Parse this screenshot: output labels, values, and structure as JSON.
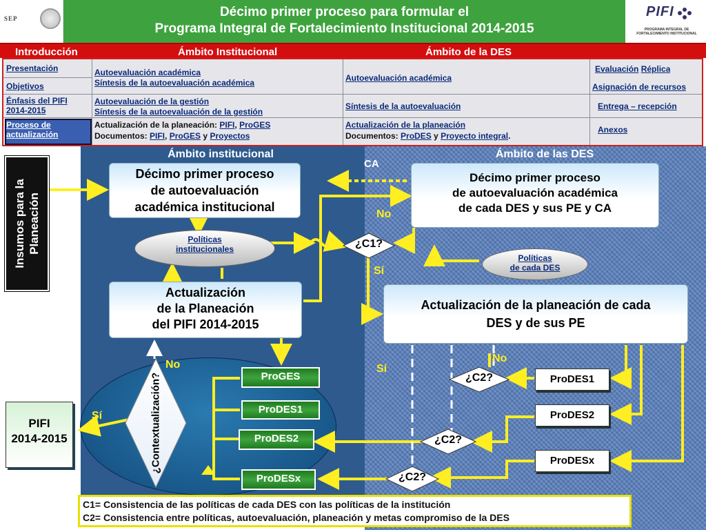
{
  "header": {
    "title_line1": "Décimo primer proceso para formular el",
    "title_line2": "Programa Integral de Fortalecimiento Institucional 2014-2015",
    "sep_label": "SEP",
    "pifi_logo": "PIFI",
    "pifi_subtitle": "PROGRAMA INTEGRAL DE FORTALECIMIENTO INSTITUCIONAL"
  },
  "nav": {
    "intro": "Introducción",
    "ambito_inst": "Ámbito Institucional",
    "ambito_des": "Ámbito de la DES"
  },
  "table": {
    "col1": [
      "Presentación",
      "Objetivos",
      "Énfasis del PIFI 2014-2015",
      "Proceso de actualización"
    ],
    "inst": {
      "r1a": "Autoevaluación académica",
      "r1b": "Síntesis de la autoevaluación académica",
      "r2a": "Autoevaluación de la gestión",
      "r2b": "Síntesis de la autoevaluación de la gestión",
      "r3a_pre": "Actualización de la planeación:",
      "r3a_l1": "PIFI",
      "r3a_l2": "ProGES",
      "r3b_pre": "Documentos:",
      "r3b_l1": "PIFI",
      "r3b_l2": "ProGES",
      "r3b_y": "y",
      "r3b_l3": "Proyectos"
    },
    "des": {
      "r1": "Autoevaluación académica",
      "r2": "Síntesis de la autoevaluación",
      "r3a": "Actualización de la planeación",
      "r3b_pre": "Documentos:",
      "r3b_l1": "ProDES",
      "r3b_y": "y",
      "r3b_l2": "Proyecto integral"
    },
    "right": {
      "eval": "Evaluación",
      "replica": "Réplica",
      "asign": "Asignación de recursos",
      "entrega": "Entrega – recepción",
      "anexos": "Anexos"
    }
  },
  "diagram": {
    "panel_inst": "Ámbito institucional",
    "panel_des": "Ámbito de las DES",
    "side": [
      "Insumos para la",
      "Planeación"
    ],
    "inst_proc": [
      "Décimo primer proceso",
      "de autoevaluación",
      "académica institucional"
    ],
    "des_proc": [
      "Décimo primer proceso",
      "de autoevaluación académica",
      "de cada DES y sus PE y CA"
    ],
    "pol_inst": [
      "Políticas",
      "institucionales"
    ],
    "pol_des": [
      "Políticas",
      "de cada  DES"
    ],
    "act_inst": [
      "Actualización",
      "de la Planeación",
      "del PIFI 2014-2015"
    ],
    "act_des": [
      "Actualización de la planeación de cada",
      "DES y de sus PE"
    ],
    "c1": "¿C1?",
    "c2": "¿C2?",
    "ca": "CA",
    "no": "No",
    "si": "Sí",
    "contextualizacion": "¿Contextualización?",
    "green_boxes": [
      "ProGES",
      "ProDES1",
      "ProDES2",
      "ProDESx"
    ],
    "white_boxes": [
      "ProDES1",
      "ProDES2",
      "ProDESx"
    ],
    "pifi_box": [
      "PIFI",
      "2014-2015"
    ]
  },
  "legend": {
    "l1": "C1= Consistencia de las políticas de cada DES con las políticas de la institución",
    "l2": "C2= Consistencia entre  políticas, autoevaluación, planeación y metas compromiso de la DES"
  },
  "colors": {
    "green": "#3ea33e",
    "red": "#d40e0e",
    "yellow": "#ffee22",
    "panel_blue": "#2f5a8e"
  }
}
